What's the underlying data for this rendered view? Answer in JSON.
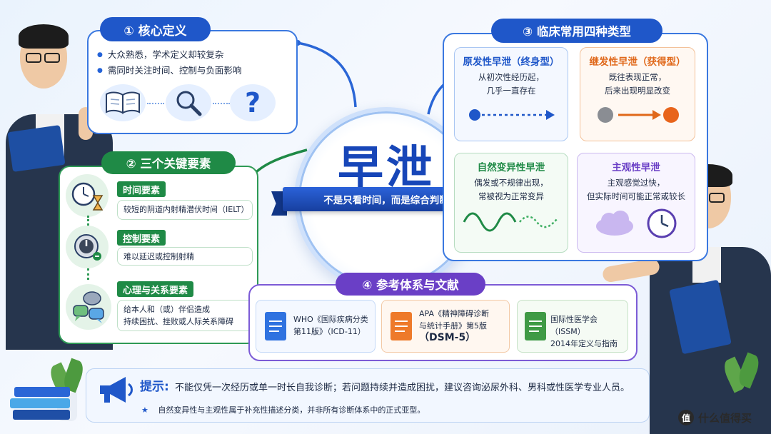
{
  "center": {
    "title": "早泄",
    "ribbon": "不是只看时间，而是综合判断"
  },
  "section1": {
    "header": "① 核心定义",
    "bullets": [
      "大众熟悉，学术定义却较复杂",
      "需同时关注时间、控制与负面影响"
    ],
    "icons": [
      "book-icon",
      "magnifier-icon",
      "question-icon"
    ],
    "question_mark": "?"
  },
  "section2": {
    "header": "② 三个关键要素",
    "factors": [
      {
        "title": "时间要素",
        "desc": "较短的阴道内射精潜伏时间（IELT）",
        "icon": "clock-hourglass-icon"
      },
      {
        "title": "控制要素",
        "desc": "难以延迟或控制射精",
        "icon": "control-knob-icon"
      },
      {
        "title": "心理与关系要素",
        "desc": "给本人和（或）伴侣造成\n持续困扰、挫败或人际关系障碍",
        "icon": "speech-bubbles-icon"
      }
    ]
  },
  "section3": {
    "header": "③ 临床常用四种类型",
    "types": [
      {
        "title": "原发性早泄（终身型）",
        "desc": "从初次性经历起，\n几乎一直存在",
        "color": "#1f57c9"
      },
      {
        "title": "继发性早泄（获得型）",
        "desc": "既往表现正常，\n后来出现明显改变",
        "color": "#e0681a"
      },
      {
        "title": "自然变异性早泄",
        "desc": "偶发或不规律出现，\n常被视为正常变异",
        "color": "#1f8a46"
      },
      {
        "title": "主观性早泄",
        "desc": "主观感觉过快，\n但实际时间可能正常或较长",
        "color": "#6a3fc6"
      }
    ]
  },
  "section4": {
    "header": "④ 参考体系与文献",
    "refs": [
      {
        "line1": "WHO《国际疾病分类",
        "line2": "第11版》（ICD-11）",
        "line3": "",
        "color": "#2f72e0"
      },
      {
        "line1": "APA《精神障碍诊断",
        "line2": "与统计手册》第5版",
        "line3": "（DSM-5）",
        "color": "#ee7a2a"
      },
      {
        "line1": "国际性医学会（ISSM）",
        "line2": "2014年定义与指南",
        "line3": "",
        "color": "#3f9a45"
      }
    ]
  },
  "tip": {
    "label": "提示:",
    "text": "不能仅凭一次经历或单一时长自我诊断；若问题持续并造成困扰，建议咨询泌尿外科、男科或性医学专业人员。",
    "note_star": "★",
    "note": "自然变异性与主观性属于补充性描述分类，并非所有诊断体系中的正式亚型。"
  },
  "watermark": {
    "badge": "值",
    "text": "什么值得买"
  }
}
